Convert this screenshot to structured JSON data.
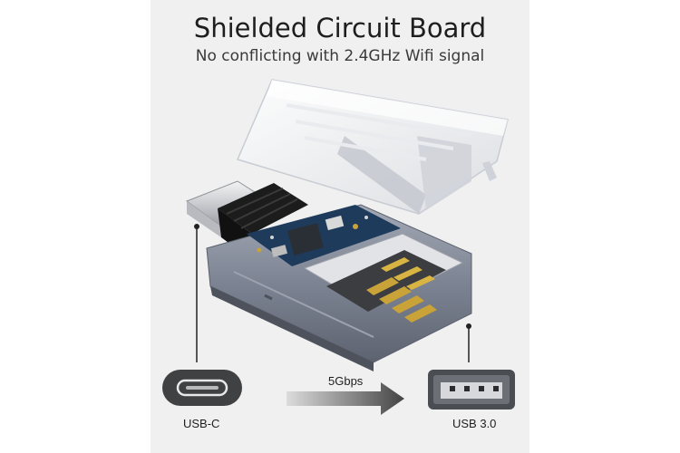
{
  "header": {
    "title": "Shielded Circuit Board",
    "subtitle": "No conflicting with 2.4GHz Wifi signal"
  },
  "ports": {
    "left_label": "USB-C",
    "right_label": "USB 3.0"
  },
  "transfer": {
    "speed_label": "5Gbps"
  },
  "colors": {
    "panel_bg": "#f0f0f0",
    "housing": "#7e8594",
    "gold_pins": "#c9a338",
    "pcb": "#1f3b5c",
    "port_dark": "#3f4143"
  }
}
